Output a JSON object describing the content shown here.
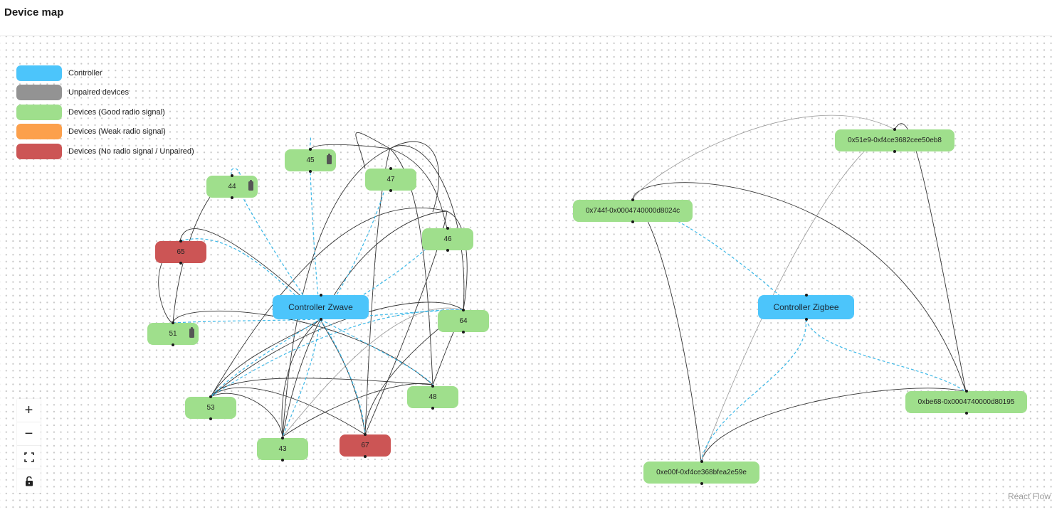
{
  "header": {
    "title": "Device map"
  },
  "legend": {
    "items": [
      {
        "label": "Controller",
        "color": "#4cc5fb"
      },
      {
        "label": "Unpaired devices",
        "color": "#939393"
      },
      {
        "label": "Devices (Good radio signal)",
        "color": "#9fdf8c"
      },
      {
        "label": "Devices (Weak radio signal)",
        "color": "#fca04c"
      },
      {
        "label": "Devices (No radio signal / Unpaired)",
        "color": "#cc5555"
      }
    ]
  },
  "colors": {
    "controller": "#4cc5fb",
    "good": "#9fdf8c",
    "weak": "#fca04c",
    "unpaired_no_signal": "#cc5555",
    "edge_solid": "#333333",
    "edge_gray": "#999999",
    "edge_dashed": "#3bb8e8"
  },
  "nodes": [
    {
      "id": "45",
      "label": "45",
      "status": "good",
      "battery": true
    },
    {
      "id": "44",
      "label": "44",
      "status": "good",
      "battery": true
    },
    {
      "id": "47",
      "label": "47",
      "status": "good",
      "battery": false
    },
    {
      "id": "46",
      "label": "46",
      "status": "good",
      "battery": false
    },
    {
      "id": "65",
      "label": "65",
      "status": "unpaired_no_signal",
      "battery": false
    },
    {
      "id": "cz",
      "label": "Controller Zwave",
      "status": "controller",
      "battery": false
    },
    {
      "id": "64",
      "label": "64",
      "status": "good",
      "battery": false
    },
    {
      "id": "51",
      "label": "51",
      "status": "good",
      "battery": true
    },
    {
      "id": "48",
      "label": "48",
      "status": "good",
      "battery": false
    },
    {
      "id": "53",
      "label": "53",
      "status": "good",
      "battery": false
    },
    {
      "id": "43",
      "label": "43",
      "status": "good",
      "battery": false
    },
    {
      "id": "67",
      "label": "67",
      "status": "unpaired_no_signal",
      "battery": false
    },
    {
      "id": "z744",
      "label": "0x744f-0x0004740000d8024c",
      "status": "good",
      "battery": false
    },
    {
      "id": "z51e",
      "label": "0x51e9-0xf4ce3682cee50eb8",
      "status": "good",
      "battery": false
    },
    {
      "id": "czb",
      "label": "Controller Zigbee",
      "status": "controller",
      "battery": false
    },
    {
      "id": "zbe6",
      "label": "0xbe68-0x0004740000d80195",
      "status": "good",
      "battery": false
    },
    {
      "id": "ze00",
      "label": "0xe00f-0xf4ce368bfea2e59e",
      "status": "good",
      "battery": false
    }
  ],
  "controls": {
    "zoom_in": "+",
    "zoom_out": "−"
  },
  "attribution": "React Flow"
}
